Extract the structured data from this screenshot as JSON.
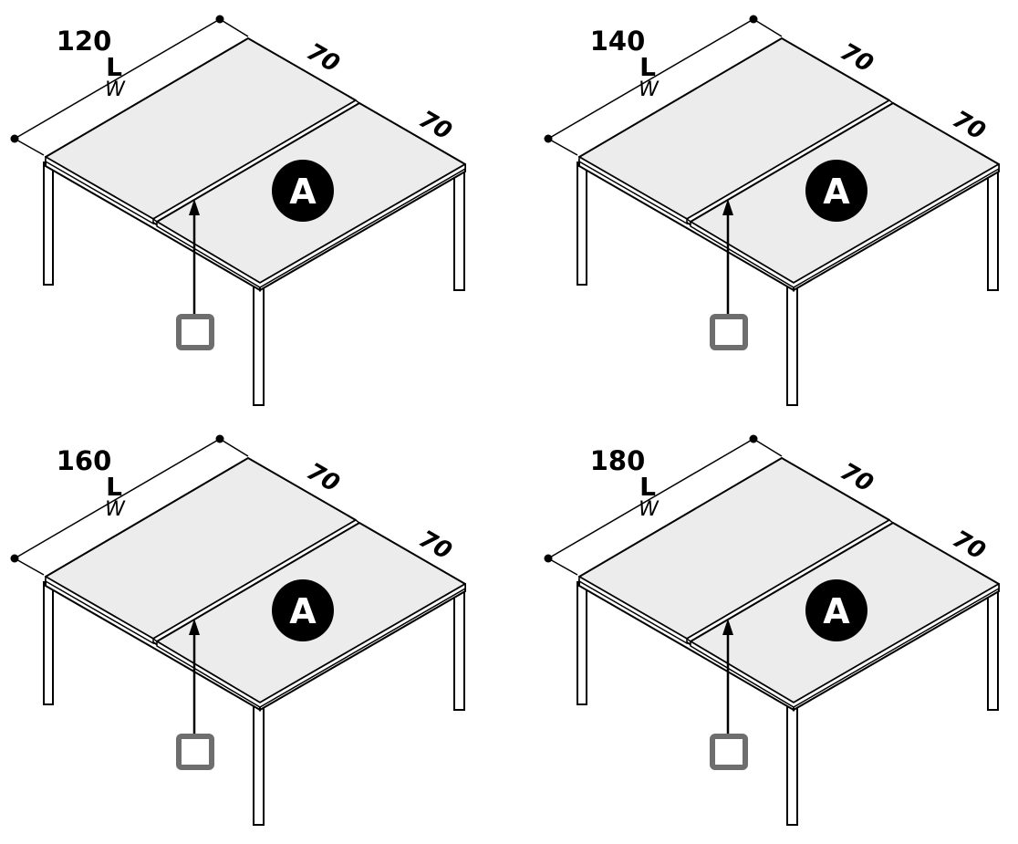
{
  "desks": [
    {
      "length": "120",
      "length_label": "L",
      "width_label": "W",
      "depth_back": "70",
      "depth_front": "70",
      "badge": "A"
    },
    {
      "length": "140",
      "length_label": "L",
      "width_label": "W",
      "depth_back": "70",
      "depth_front": "70",
      "badge": "A"
    },
    {
      "length": "160",
      "length_label": "L",
      "width_label": "W",
      "depth_back": "70",
      "depth_front": "70",
      "badge": "A"
    },
    {
      "length": "180",
      "length_label": "L",
      "width_label": "W",
      "depth_back": "70",
      "depth_front": "70",
      "badge": "A"
    }
  ],
  "colors": {
    "top": "#ececec",
    "line": "#000000",
    "marker": "#6e6e6e"
  }
}
